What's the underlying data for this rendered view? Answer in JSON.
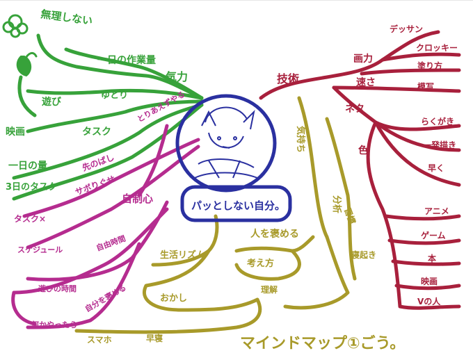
{
  "title": "マインドマップ①ごう。",
  "center": {
    "label": "パッとしない自分。"
  },
  "colors": {
    "green": "#37a23a",
    "red": "#a8203c",
    "magenta": "#b52c8f",
    "olive": "#a89a2a",
    "blue": "#2a30a0"
  },
  "green": {
    "main": "気力",
    "items": [
      "無理しない",
      "一日の作業量",
      "ゆとり",
      "遊び",
      "映画",
      "タスク",
      "一日の量",
      "3日のタスク"
    ]
  },
  "red": {
    "main": "技術",
    "sub1": "画力",
    "sub1_items": [
      "デッサン",
      "クロッキー",
      "塗り方",
      "模写"
    ],
    "sub2": "速さ",
    "sub3": "ネタ",
    "sub3_items": [
      "らくがき",
      "一発描き",
      "早く"
    ],
    "sub4": "色",
    "sub4_items": [
      "アニメ",
      "ゲーム",
      "本",
      "映画",
      "Vの人"
    ]
  },
  "magenta": {
    "main": "自制心",
    "items": [
      "先のばし",
      "サボりぐせ",
      "とりあえずやる",
      "タスク×",
      "スケジュール",
      "自由時間",
      "遊びの時間",
      "何かやったら",
      "自分を褒める"
    ]
  },
  "olive": {
    "main": "人を褒める",
    "items": [
      "気持ち",
      "分析",
      "生活リズム",
      "寝起き",
      "考え方",
      "おかし",
      "スマホ",
      "早寝",
      "理解",
      "習慣"
    ]
  }
}
